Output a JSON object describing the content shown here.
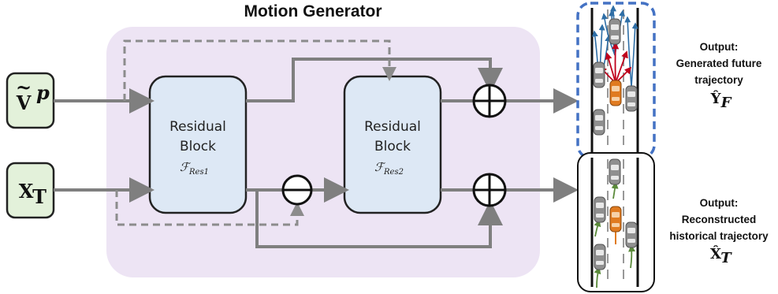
{
  "title": "Motion Generator",
  "inputs": {
    "v": {
      "symbol": "V",
      "accent": "~",
      "superscript": "p"
    },
    "x": {
      "symbol": "X",
      "subscript": "T"
    }
  },
  "blocks": [
    {
      "line1": "Residual",
      "line2": "Block",
      "func_main": "ℱ",
      "func_sub": "Res1"
    },
    {
      "line1": "Residual",
      "line2": "Block",
      "func_main": "ℱ",
      "func_sub": "Res2"
    }
  ],
  "operators": {
    "sum": "⊕",
    "subtract": "⊖"
  },
  "outputs": [
    {
      "line1": "Output:",
      "line2": "Generated future",
      "line3": "trajectory",
      "symbol": "Ŷ",
      "symbol_sub": "F"
    },
    {
      "line1": "Output:",
      "line2": "Reconstructed",
      "line3": "historical trajectory",
      "symbol": "X̂",
      "symbol_sub": "T"
    }
  ],
  "colors": {
    "panel": "#ede4f4",
    "block_fill": "#dde8f5",
    "input_fill": "#e3f1da",
    "flow": "#7f7f7f",
    "future_frame": "#4472c4",
    "ego_car": "#e07b20",
    "future_red": "#c0001c",
    "future_blue": "#2e6ea6",
    "history_green": "#5a8a3a"
  }
}
